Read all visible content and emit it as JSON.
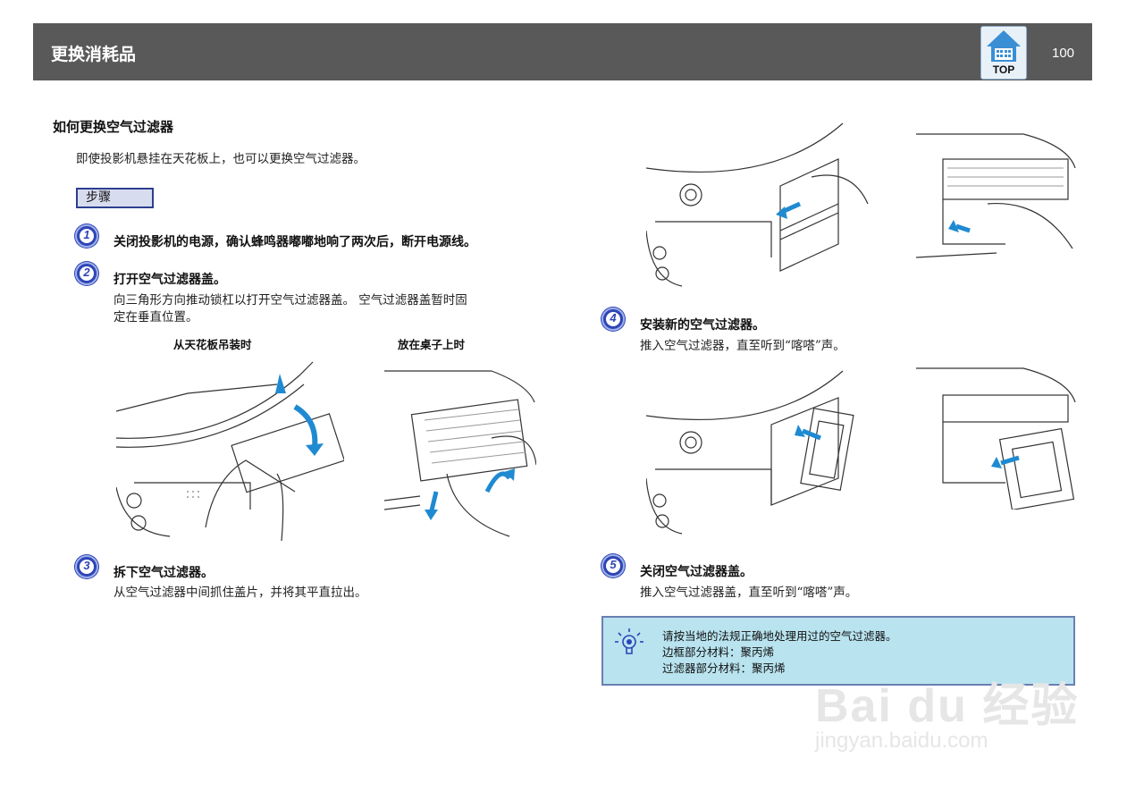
{
  "header": {
    "title": "更换消耗品",
    "top_label": "TOP",
    "page_number": "100"
  },
  "section": {
    "title": "如何更换空气过滤器",
    "intro": "即使投影机悬挂在天花板上，也可以更换空气过滤器。",
    "steps_label": "步骤"
  },
  "steps": [
    {
      "num": "1",
      "title": "关闭投影机的电源，确认蜂鸣器嘟嘟地响了两次后，断开电源线。"
    },
    {
      "num": "2",
      "title": "打开空气过滤器盖。",
      "body_line1": "向三角形方向推动锁杠以打开空气过滤器盖。 空气过滤器盖暂时固",
      "body_line2": "定在垂直位置。",
      "caption_left": "从天花板吊装时",
      "caption_right": "放在桌子上时"
    },
    {
      "num": "3",
      "title": "拆下空气过滤器。",
      "body": "从空气过滤器中间抓住盖片，并将其平直拉出。"
    },
    {
      "num": "4",
      "title": "安装新的空气过滤器。",
      "body": "推入空气过滤器，直至听到“喀嗒”声。"
    },
    {
      "num": "5",
      "title": "关闭空气过滤器盖。",
      "body": "推入空气过滤器盖，直至听到“喀嗒”声。"
    }
  ],
  "note": {
    "icon": "lightbulb-tip-icon",
    "line1": "请按当地的法规正确地处理用过的空气过滤器。",
    "line2": "边框部分材料：聚丙烯",
    "line3": "过滤器部分材料：聚丙烯"
  },
  "watermark": {
    "brand": "Bai du 经验",
    "url": "jingyan.baidu.com"
  },
  "colors": {
    "header_bg": "#595959",
    "step_blue": "#2e45b7",
    "note_bg": "#b8e3ef",
    "arrow_blue": "#1f8ad1"
  }
}
